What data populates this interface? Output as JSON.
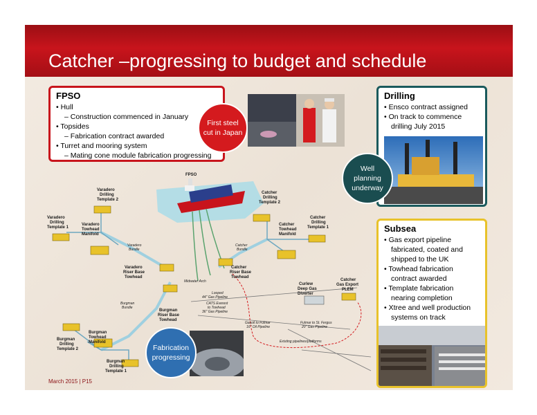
{
  "title": "Catcher –progressing to budget and schedule",
  "footer": "March 2015 | P15",
  "fpso": {
    "heading": "FPSO",
    "items": [
      "• Hull",
      "– Construction commenced in January",
      "• Topsides",
      "– Fabrication contract awarded",
      "• Turret and mooring system",
      "– Mating cone module fabrication progressing"
    ]
  },
  "drilling": {
    "heading": "Drilling",
    "items": [
      "• Ensco contract assigned",
      "• On track to commence",
      "drilling July 2015"
    ]
  },
  "subsea": {
    "heading": "Subsea",
    "items": [
      "• Gas export pipeline",
      "fabricated, coated and",
      "shipped to the UK",
      "• Towhead fabrication",
      "contract awarded",
      "• Template fabrication",
      "nearing completion",
      "• Xtree and well production",
      "systems on track"
    ]
  },
  "badges": {
    "steel": [
      "First steel",
      "cut in Japan"
    ],
    "well": [
      "Well",
      "planning",
      "underway"
    ],
    "fabrication": [
      "Fabrication",
      "progressing"
    ]
  },
  "diagram_labels": {
    "fpso": "FPSO",
    "varadero_template2": [
      "Varadero",
      "Drilling",
      "Template 2"
    ],
    "varadero_template1": [
      "Varadero",
      "Drilling",
      "Template 1"
    ],
    "varadero_towhead": [
      "Varadero",
      "Towhead",
      "Manifold"
    ],
    "varadero_bundle": [
      "Varadero",
      "Bundle"
    ],
    "varadero_riser": [
      "Varadero",
      "Riser Base",
      "Towhead"
    ],
    "catcher_template2": [
      "Catcher",
      "Drilling",
      "Template 2"
    ],
    "catcher_template1": [
      "Catcher",
      "Drilling",
      "Template 1"
    ],
    "catcher_towhead": [
      "Catcher",
      "Towhead",
      "Manifold"
    ],
    "catcher_bundle": [
      "Catcher",
      "Bundle"
    ],
    "catcher_riser": [
      "Catcher",
      "Riser Base",
      "Towhead"
    ],
    "midwater": "Midwater Arch",
    "burgman_bundle": [
      "Burgman",
      "Bundle"
    ],
    "burgman_riser": [
      "Burgman",
      "Riser Base",
      "Towhead"
    ],
    "burgman_template2": [
      "Burgman",
      "Drilling",
      "Template 2"
    ],
    "burgman_towhead": [
      "Burgman",
      "Towhead",
      "Manifold"
    ],
    "burgman_template1": [
      "Burgman",
      "Drilling",
      "Template 1"
    ],
    "looped": [
      "Looped",
      "44\" Gas Pipeline"
    ],
    "cats": [
      "CATS Everest",
      "to Towhead",
      "36\" Gas Pipeline"
    ],
    "curlew": [
      "Curlew",
      "Deep Gas",
      "Diverter"
    ],
    "plem": [
      "Catcher",
      "Gas Export",
      "PLEM"
    ],
    "fulmar": [
      "Gasoil to Fulmar",
      "16\" Oil Pipeline"
    ],
    "forties": [
      "Fulmar to St. Fergus",
      "20\" Gas Pipeline"
    ],
    "existing": "Existing pipelines/platforms"
  },
  "colors": {
    "header_red": "#c8141c",
    "fpso_border": "#c8141c",
    "drilling_border": "#1a5a5c",
    "subsea_border": "#e8c22a",
    "steel_badge": "#d41a1e",
    "well_badge": "#1a4d50",
    "fab_badge": "#2f6fb1"
  }
}
